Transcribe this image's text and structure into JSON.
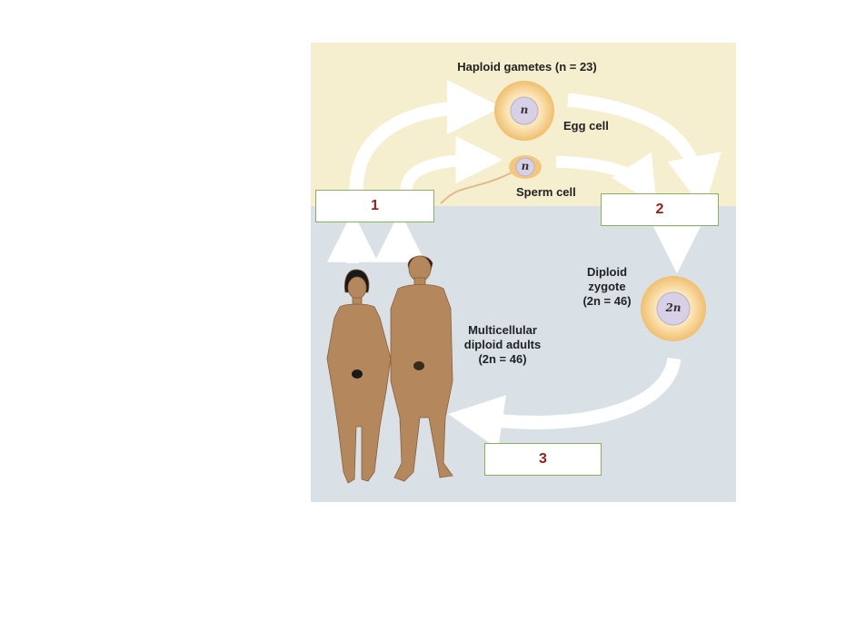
{
  "colors": {
    "haploid_band": "#f5efcf",
    "diploid_band": "#d9e1e6",
    "label_box_border": "#8ab15a",
    "box_number": "#9c1b1b",
    "cell_outer": "#f3c77c",
    "cell_inner": "#d8d0e6",
    "skin": "#b4875d"
  },
  "labels": {
    "haploid_gametes": "Haploid gametes (n = 23)",
    "egg_cell": "Egg cell",
    "sperm_cell": "Sperm cell",
    "diploid_zygote_line1": "Diploid",
    "diploid_zygote_line2": "zygote",
    "diploid_zygote_line3": "(2n = 46)",
    "adults_line1": "Multicellular",
    "adults_line2": "diploid adults",
    "adults_line3": "(2n = 46)"
  },
  "cells": {
    "egg_letter": "n",
    "sperm_letter": "n",
    "zygote_letter": "2n"
  },
  "boxes": {
    "box1": "1",
    "box2": "2",
    "box3": "3"
  }
}
